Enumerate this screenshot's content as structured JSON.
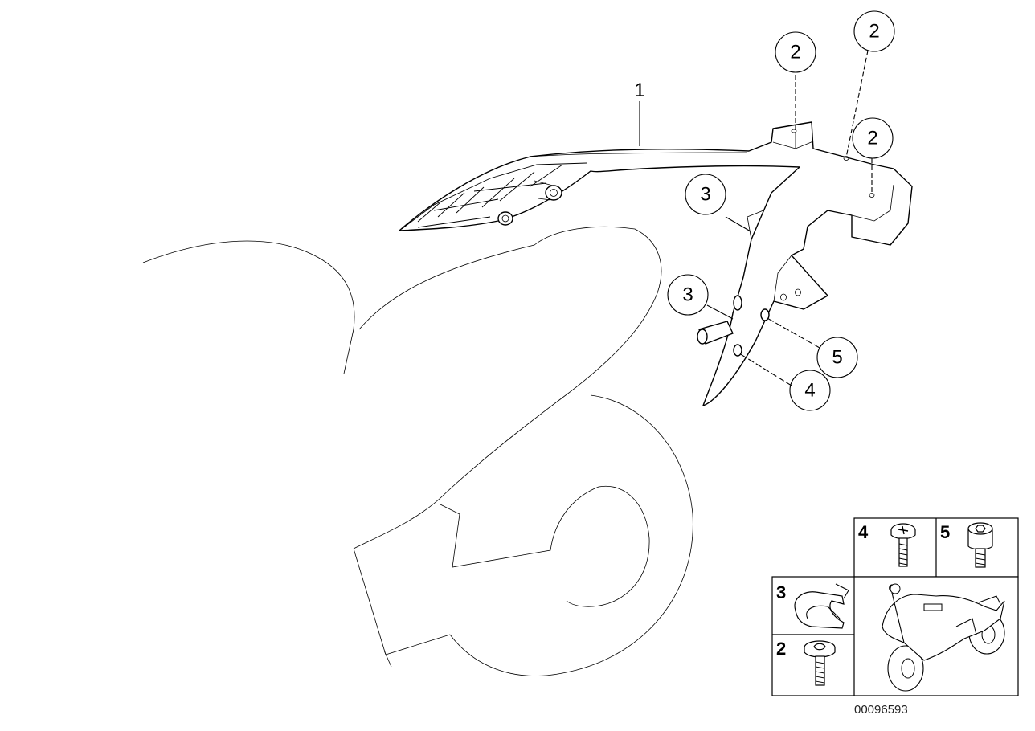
{
  "diagram": {
    "main_label": "1",
    "callouts": [
      "2",
      "2",
      "2",
      "3",
      "3",
      "5",
      "4"
    ],
    "legend": {
      "cells": [
        {
          "number": "4",
          "icon": "phillips-screw-icon"
        },
        {
          "number": "5",
          "icon": "hex-socket-screw-icon"
        },
        {
          "number": "3",
          "icon": "spring-clip-icon"
        },
        {
          "number": "2",
          "icon": "torx-screw-icon"
        }
      ],
      "thumbnail_icon": "motorcycle-icon"
    },
    "reference_number": "00096593"
  }
}
